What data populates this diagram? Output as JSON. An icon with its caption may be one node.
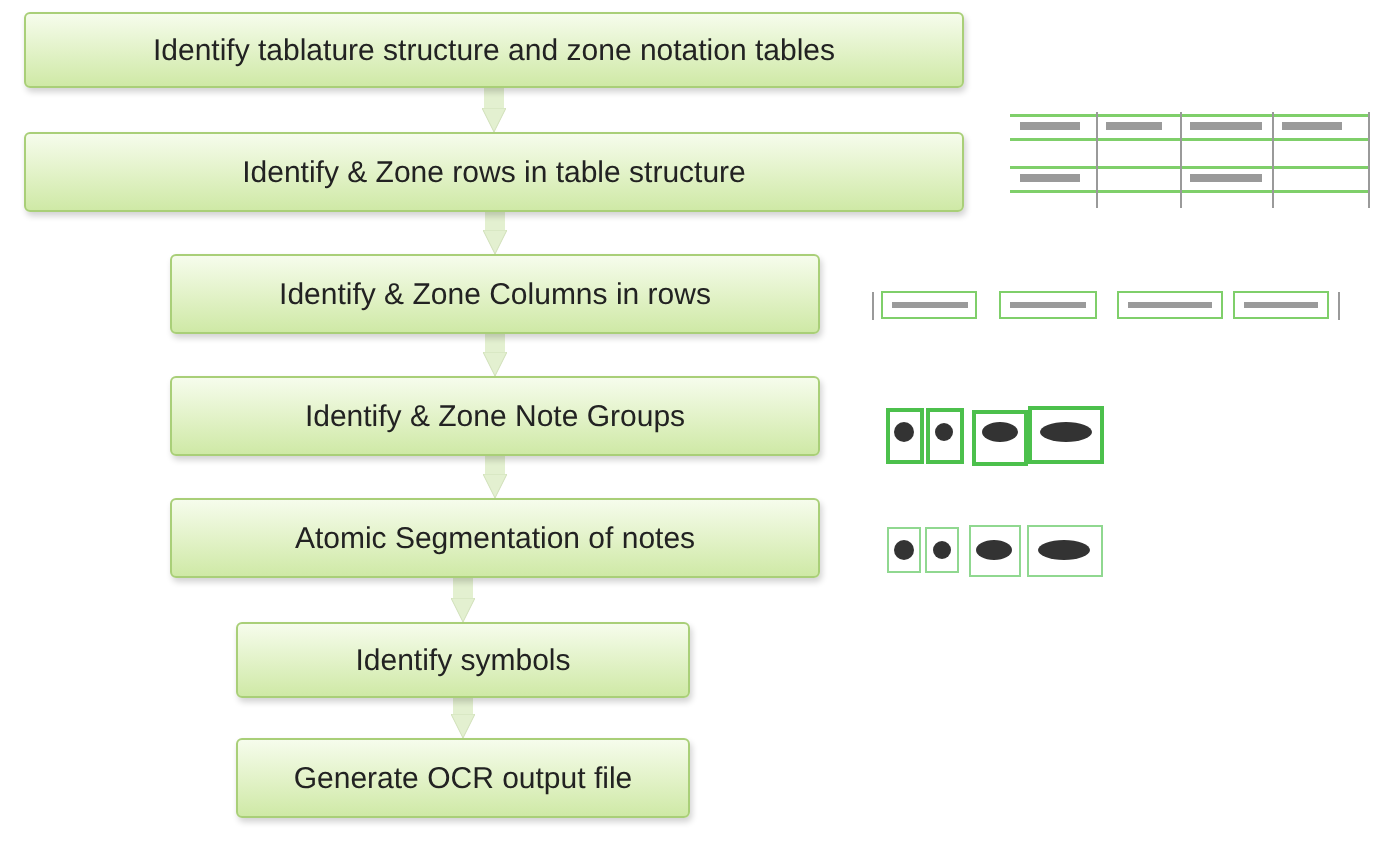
{
  "diagram": {
    "nodes": [
      {
        "text": [
          "Identify tablature structure and zone notation tables"
        ]
      },
      {
        "text": [
          "Identify & Zone rows in table structure"
        ]
      },
      {
        "text": [
          "Identify & Zone Columns in rows"
        ]
      },
      {
        "text": [
          "Identify & Zone Note Groups"
        ]
      },
      {
        "text": [
          "Atomic Segmentation of notes"
        ]
      },
      {
        "text": [
          "Identify symbols"
        ]
      },
      {
        "text": [
          "Generate OCR output file"
        ]
      }
    ],
    "edges": [
      {
        "from": 0,
        "to": 1,
        "arrow": "to"
      },
      {
        "from": 1,
        "to": 2,
        "arrow": "to"
      },
      {
        "from": 2,
        "to": 3,
        "arrow": "to"
      },
      {
        "from": 3,
        "to": 4,
        "arrow": "to"
      },
      {
        "from": 4,
        "to": 5,
        "arrow": "to"
      },
      {
        "from": 5,
        "to": 6,
        "arrow": "to"
      }
    ]
  }
}
